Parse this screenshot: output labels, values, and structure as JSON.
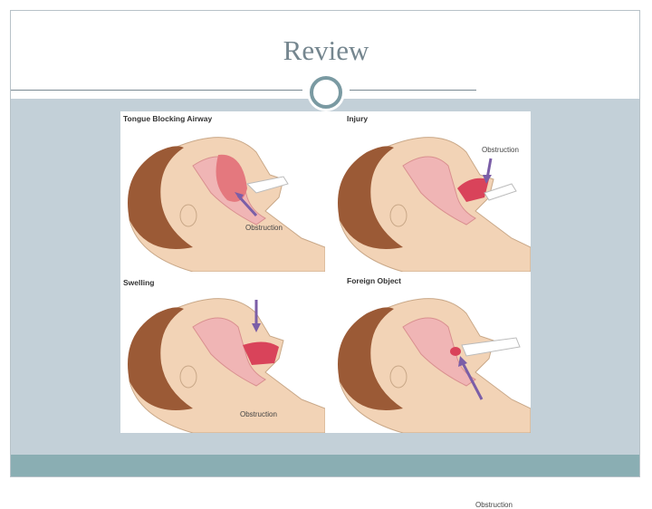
{
  "slide": {
    "title": "Review"
  },
  "figure": {
    "panels": [
      {
        "label": "Tongue Blocking Airway",
        "annotation": "Obstruction"
      },
      {
        "label": "Injury",
        "annotation": "Obstruction"
      },
      {
        "label": "Swelling",
        "annotation": "Obstruction"
      },
      {
        "label": "Foreign Object",
        "annotation": "Obstruction"
      }
    ]
  },
  "colors": {
    "title": "#75868f",
    "content_background": "#c3d0d8",
    "footer_bar": "#8aaeb3",
    "ornament": "#7a9aa2",
    "skin": "#f2d3b6",
    "hair": "#9b5a36",
    "airway": "#f0b5b5",
    "obstruction": "#d9435a",
    "arrow": "#7b5ea7"
  }
}
